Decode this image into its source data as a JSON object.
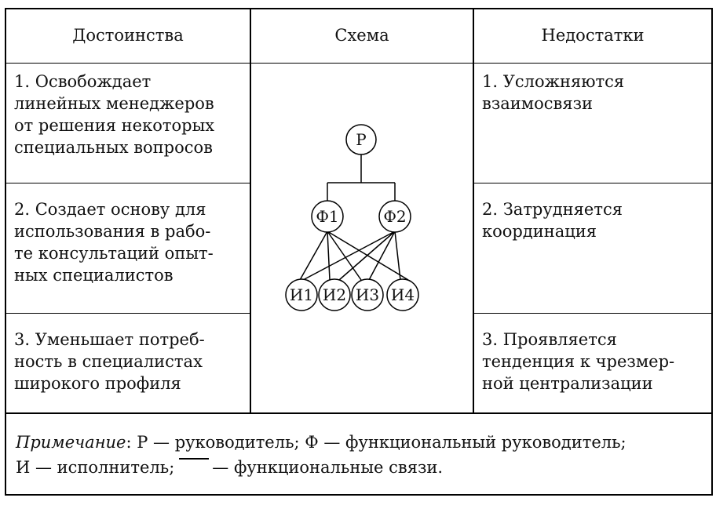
{
  "table": {
    "headers": {
      "advantages": "Достоинства",
      "scheme": "Схема",
      "disadvantages": "Недостатки"
    },
    "advantages": [
      "1. Освобождает\nлинейных менеджеров\nот решения некоторых\nспециальных вопросов",
      "2. Создает основу для\nиспользования в рабо-\nте консультаций опыт-\nных специалистов",
      "3. Уменьшает потреб-\nность в специалистах\nширокого профиля"
    ],
    "disadvantages": [
      "1. Усложняются\nвзаимосвязи",
      "2. Затрудняется\nкоординация",
      "3. Проявляется\nтенденция к чрезмер-\nной централизации"
    ]
  },
  "diagram": {
    "nodes": {
      "manager": "Р",
      "functional": [
        "Ф1",
        "Ф2"
      ],
      "executors": [
        "И1",
        "И2",
        "И3",
        "И4"
      ]
    }
  },
  "note": {
    "label": "Примечание",
    "line1_rest": ": Р — руководитель; Ф — функциональный руководитель;",
    "line2_start": "И — исполнитель;",
    "line2_end": "— функциональные связи."
  }
}
